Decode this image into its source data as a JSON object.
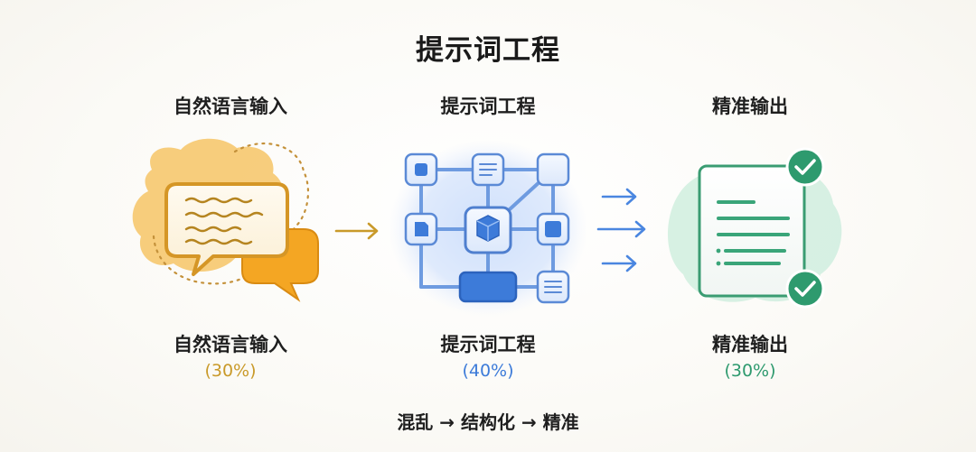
{
  "title": "提示词工程",
  "stages": [
    {
      "heading": "自然语言输入",
      "label": "自然语言输入",
      "percent_text": "(30%)",
      "percent": 30,
      "color": "#c99a2a",
      "icon": "speech-bubbles-icon"
    },
    {
      "heading": "提示词工程",
      "label": "提示词工程",
      "percent_text": "(40%)",
      "percent": 40,
      "color": "#3d7bd9",
      "icon": "node-network-icon"
    },
    {
      "heading": "精准输出",
      "label": "精准输出",
      "percent_text": "(30%)",
      "percent": 30,
      "color": "#2e9a6e",
      "icon": "checked-document-icon"
    }
  ],
  "flow_summary": "混乱 → 结构化 → 精准",
  "colors": {
    "orange": "#f4a623",
    "blue": "#3d7bd9",
    "green": "#2e9a6e"
  }
}
